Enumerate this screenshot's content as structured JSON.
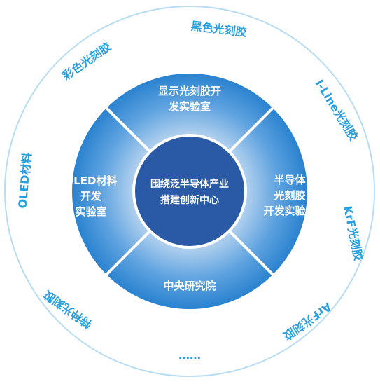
{
  "center": {
    "lines": [
      "围绕泛半导体产业",
      "搭建创新中心"
    ]
  },
  "segments": {
    "top": {
      "lines": [
        "显示光刻胶开",
        "发实验室"
      ]
    },
    "right": {
      "lines": [
        "半导体",
        "光刻胶",
        "开发实验室"
      ]
    },
    "bottom": {
      "lines": [
        "中央研究院"
      ]
    },
    "left": {
      "lines": [
        "OLED材料",
        "开发",
        "实验室"
      ]
    }
  },
  "ring_labels": {
    "black_photoresist": "黑色光刻胶",
    "color_photoresist": "彩色光刻胶",
    "iline_photoresist": "I-Line光刻胶",
    "oled_materials": "OLED材料",
    "krf_photoresist": "KrF光刻胶",
    "special_photoresist": "特种光刻胶",
    "arf_photoresist": "ArF光刻胶",
    "ellipsis": "……"
  },
  "colors": {
    "segment_outer": "#2a82cf",
    "segment_inner": "#e9f1fb",
    "center_fill": "#2a5aa6",
    "ring_text": "#2a9fde",
    "ring_border": "#b8dcf2"
  }
}
